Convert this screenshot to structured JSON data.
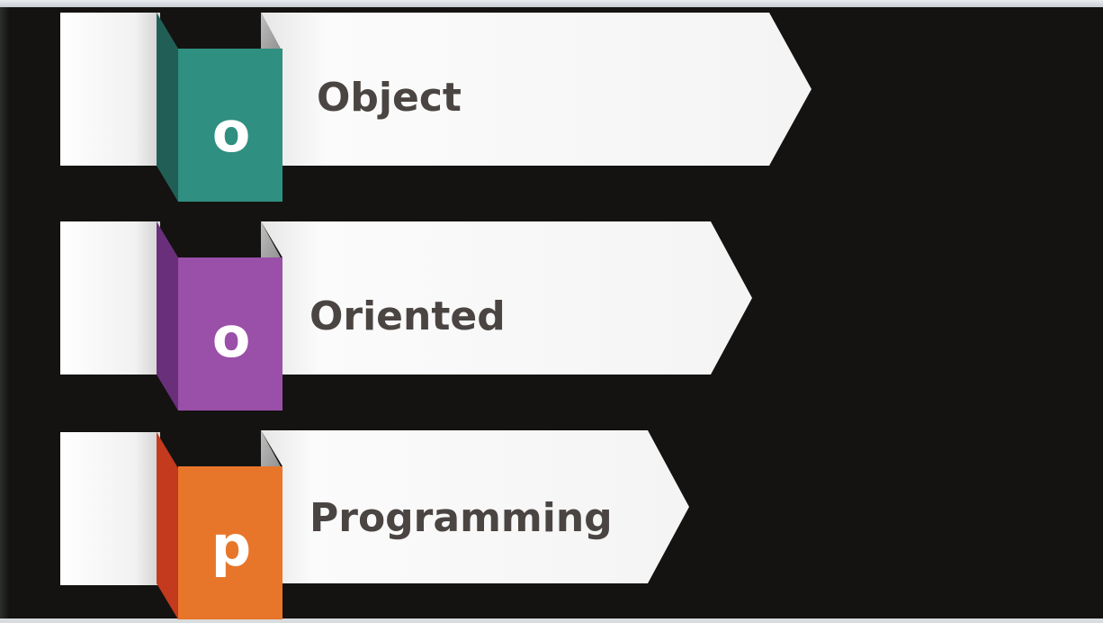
{
  "rows": [
    {
      "letter": "o",
      "word": "Object",
      "color_front": "#2f8f80",
      "color_side": "#215f56",
      "color_top": "#3a7d70"
    },
    {
      "letter": "o",
      "word": "Oriented",
      "color_front": "#9a4fa8",
      "color_side": "#6a2f7a",
      "color_top": "#7b3a8c"
    },
    {
      "letter": "p",
      "word": "Programming",
      "color_front": "#e8762a",
      "color_side": "#c33a1e",
      "color_top": "#d2542a"
    }
  ]
}
